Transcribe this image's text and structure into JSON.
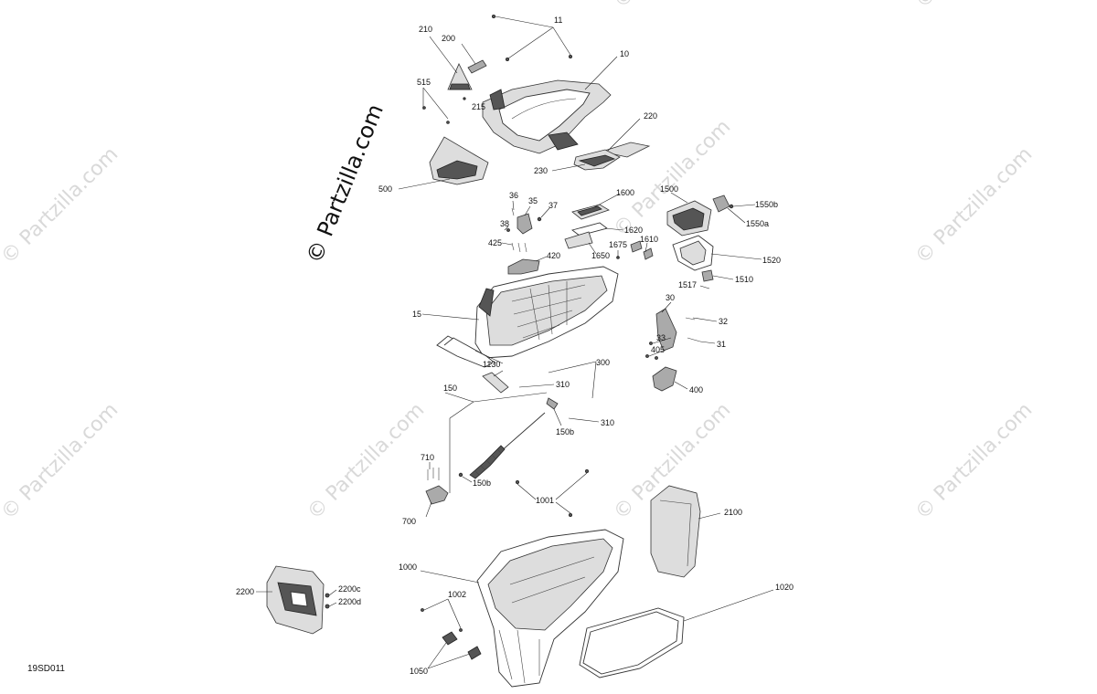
{
  "diagram": {
    "id_label": "19SD011",
    "watermark": "© Partzilla.com",
    "main_watermark": "© Partzilla.com",
    "callouts": {
      "c11": "11",
      "c10": "10",
      "c200": "200",
      "c210": "210",
      "c215": "215",
      "c515": "515",
      "c220": "220",
      "c230": "230",
      "c500": "500",
      "c36": "36",
      "c35": "35",
      "c37": "37",
      "c38": "38",
      "c425": "425",
      "c420": "420",
      "c1600": "1600",
      "c1620": "1620",
      "c1650": "1650",
      "c1675": "1675",
      "c1610": "1610",
      "c1500": "1500",
      "c1550b": "1550b",
      "c1550a": "1550a",
      "c1520": "1520",
      "c1510": "1510",
      "c1517": "1517",
      "c30": "30",
      "c32": "32",
      "c33": "33",
      "c405": "405",
      "c31": "31",
      "c400": "400",
      "c15": "15",
      "c1130": "1130",
      "c300": "300",
      "c310a": "310",
      "c310b": "310",
      "c150": "150",
      "c150b_top": "150b",
      "c150b_low": "150b",
      "c710": "710",
      "c700": "700",
      "c1001": "1001",
      "c2100": "2100",
      "c1000": "1000",
      "c1002": "1002",
      "c1020": "1020",
      "c1050": "1050",
      "c2200": "2200",
      "c2200c": "2200c",
      "c2200d": "2200d"
    }
  }
}
